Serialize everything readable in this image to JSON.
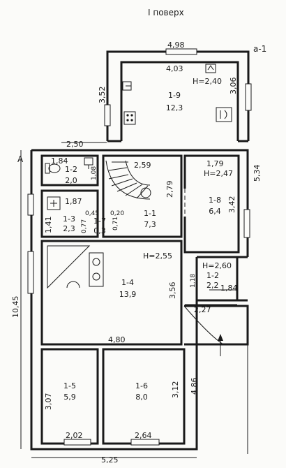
{
  "title": "I поверх",
  "marks": {
    "section_a": "А",
    "section_a1": "а-1"
  },
  "rooms": [
    {
      "id": "1-9",
      "area": "12,3",
      "height": "H=2,40"
    },
    {
      "id": "1-2",
      "area": "2,0"
    },
    {
      "id": "1-3",
      "area": "2,3"
    },
    {
      "id": "1-7",
      "area": "0,3"
    },
    {
      "id": "1-1",
      "area": "7,3"
    },
    {
      "id": "1-8",
      "area": "6,4",
      "height": "H=2,47"
    },
    {
      "id": "1-4",
      "area": "13,9",
      "height": "H=2,55"
    },
    {
      "id": "1-2",
      "area": "2,2",
      "height": "H=2,60"
    },
    {
      "id": "1-5",
      "area": "5,9"
    },
    {
      "id": "1-6",
      "area": "8,0"
    }
  ],
  "dimensions": {
    "top_4_98": "4,98",
    "top_4_03": "4,03",
    "left_3_52": "3,52",
    "right_3_06": "3,06",
    "d_2_50": "2,50",
    "d_1_84": "1,84",
    "d_1_08": "1,08",
    "d_2_59": "2,59",
    "d_2_79": "2,79",
    "d_1_79": "1,79",
    "d_5_34": "5,34",
    "d_3_42": "3,42",
    "d_1_87": "1,87",
    "d_0_45": "0,45",
    "d_0_20": "0,20",
    "d_1_41": "1,41",
    "d_0_77": "0,77",
    "d_0_71": "0,71",
    "d_10_45": "10,45",
    "d_3_56": "3,56",
    "d_1_18": "1,18",
    "d_1_84b": "1,84",
    "d_2_27": "2,27",
    "d_4_80": "4,80",
    "d_3_07": "3,07",
    "d_3_12": "3,12",
    "d_4_86": "4,86",
    "d_2_02": "2,02",
    "d_2_64": "2,64",
    "d_5_25": "5,25"
  }
}
